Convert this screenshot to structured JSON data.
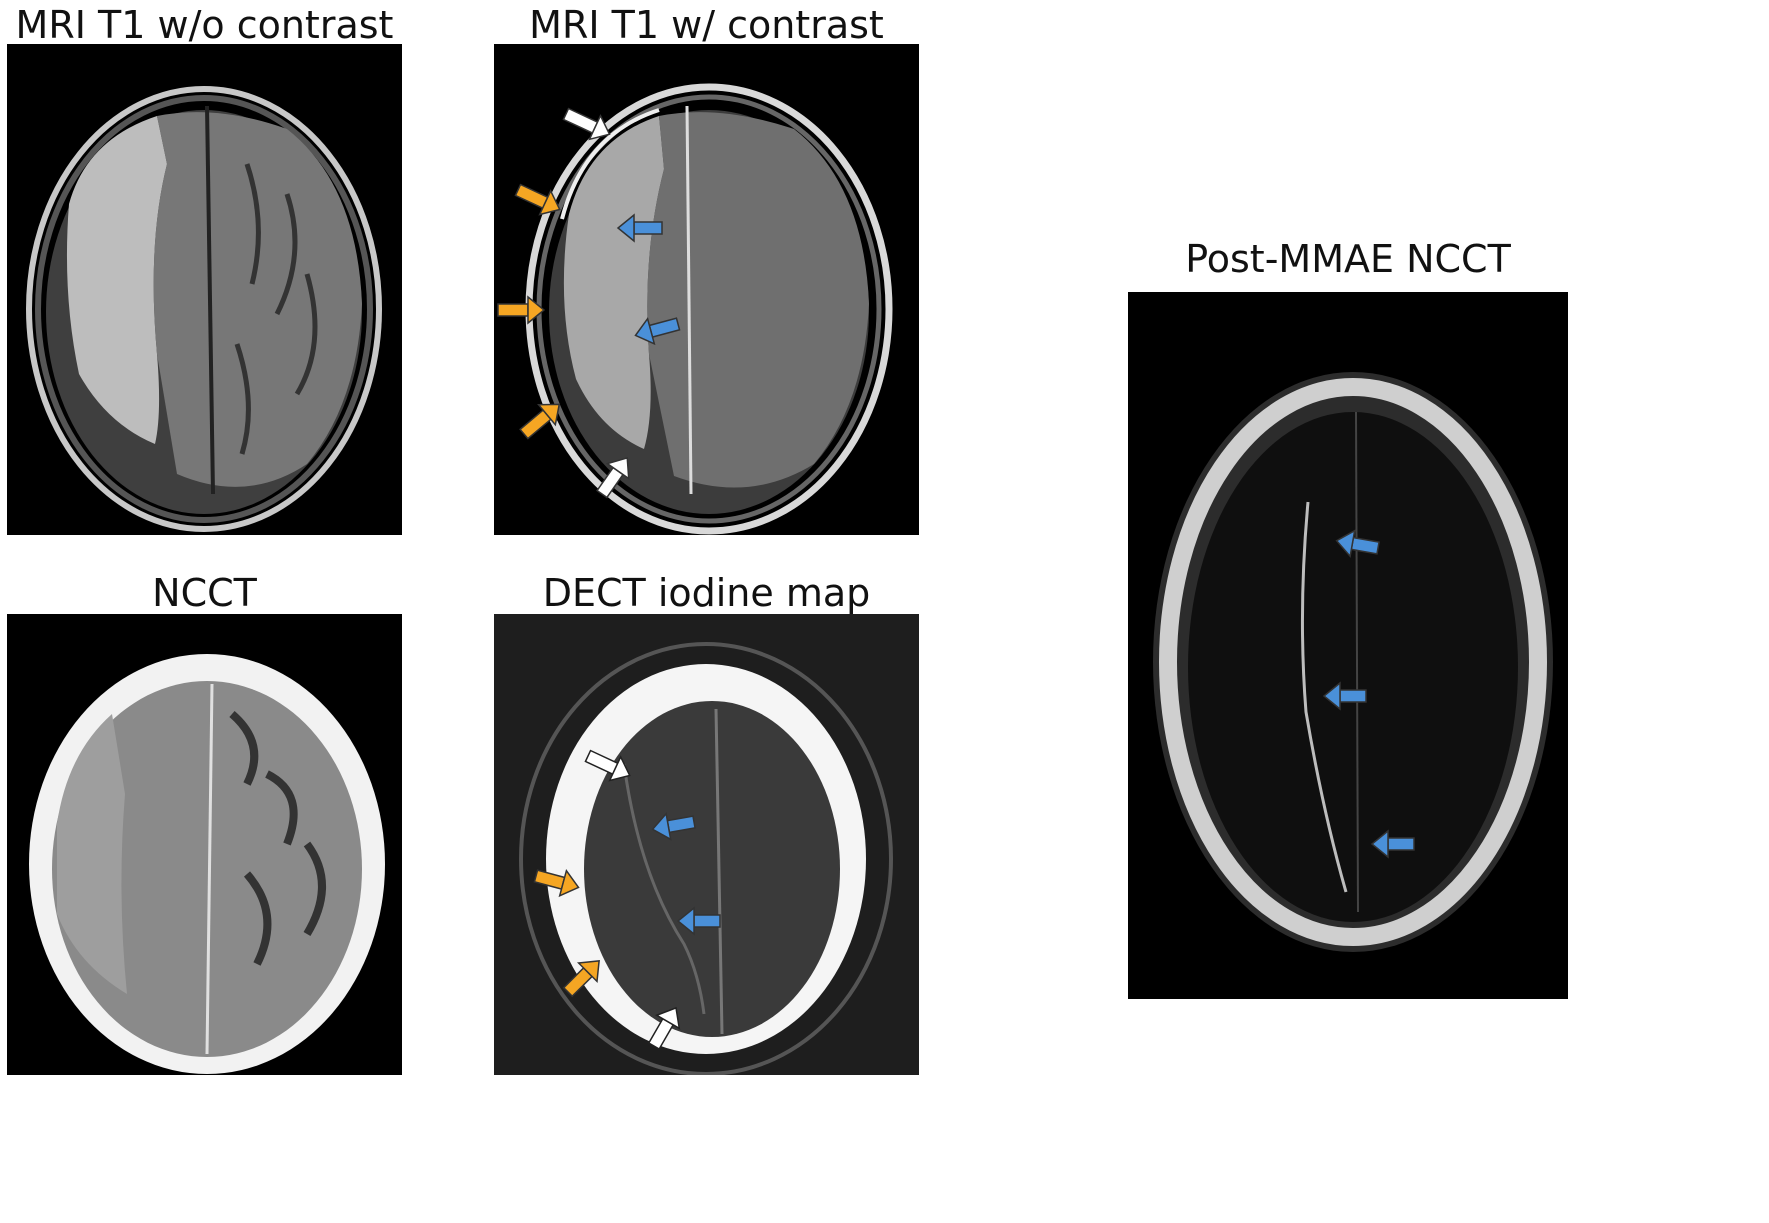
{
  "figure": {
    "panels": [
      {
        "id": "mri-t1-no-contrast",
        "title": "MRI T1 w/o contrast"
      },
      {
        "id": "mri-t1-contrast",
        "title": "MRI T1 w/ contrast"
      },
      {
        "id": "ncct",
        "title": "NCCT"
      },
      {
        "id": "dect-iodine",
        "title": "DECT iodine map"
      },
      {
        "id": "post-mmae-ncct",
        "title": "Post-MMAE NCCT"
      }
    ],
    "arrow_colors": {
      "orange": "#f5a623",
      "blue": "#4a90d9",
      "white": "#ffffff"
    }
  }
}
